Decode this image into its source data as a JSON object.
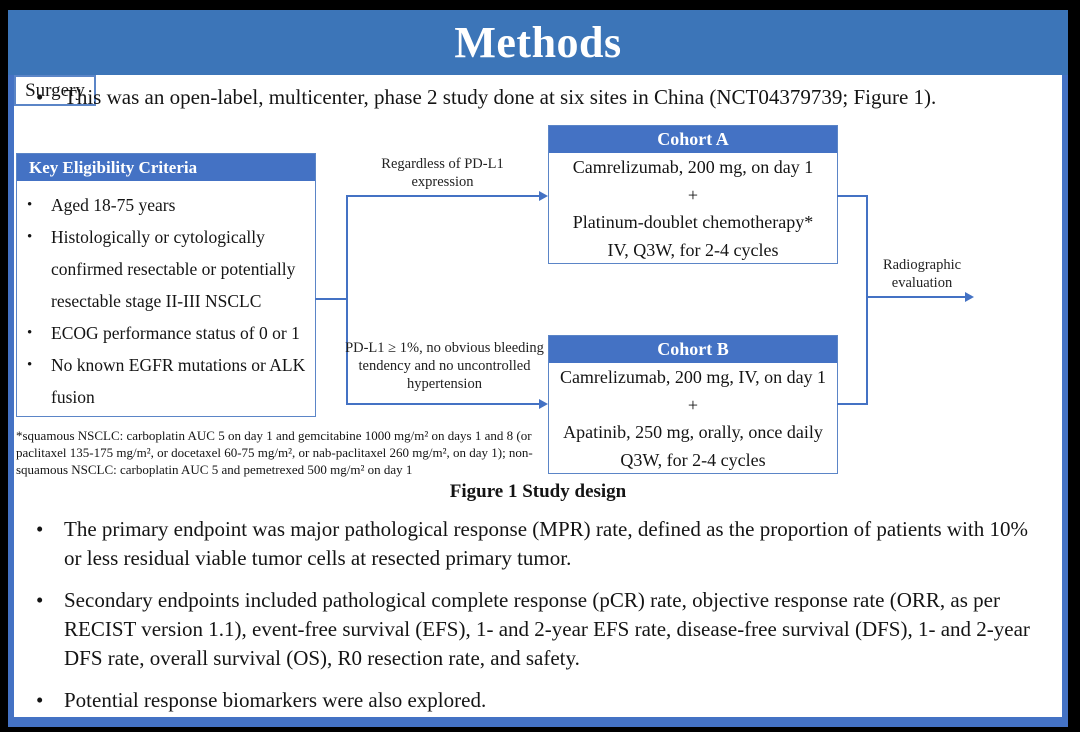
{
  "title": "Methods",
  "colors": {
    "banner_blue": "#3c75b8",
    "box_header_blue": "#4472c4",
    "connector_blue": "#4472c4",
    "box_border_blue": "#5b85c7"
  },
  "glyphs": {
    "bullet": "•"
  },
  "intro_bullet": "This was an open-label, multicenter, phase 2 study done at six sites in China (NCT04379739; Figure 1).",
  "diagram": {
    "eligibility": {
      "header": "Key Eligibility Criteria",
      "items": [
        "Aged 18-75 years",
        "Histologically or cytologically confirmed resectable or potentially resectable stage II-III NSCLC",
        "ECOG performance status of 0 or 1",
        "No known EGFR mutations or ALK fusion"
      ]
    },
    "arrow_top_label": "Regardless of PD-L1 expression",
    "arrow_bottom_label": "PD-L1 ≥ 1%, no obvious bleeding tendency and no uncontrolled hypertension",
    "cohort_a": {
      "header": "Cohort A",
      "lines": [
        "Camrelizumab, 200 mg, on day 1",
        "+",
        "Platinum-doublet chemotherapy*",
        "IV, Q3W, for 2-4 cycles"
      ]
    },
    "cohort_b": {
      "header": "Cohort B",
      "lines": [
        "Camrelizumab, 200 mg, IV, on day 1",
        "+",
        "Apatinib, 250 mg, orally, once daily",
        "Q3W, for 2-4 cycles"
      ]
    },
    "radiographic_label": "Radiographic evaluation",
    "surgery_label": "Surgery",
    "footnote": "*squamous NSCLC: carboplatin AUC 5 on day 1 and gemcitabine 1000 mg/m² on days 1 and 8 (or paclitaxel 135-175 mg/m², or docetaxel 60-75 mg/m², or nab-paclitaxel 260 mg/m², on day 1); non-squamous NSCLC: carboplatin AUC 5 and pemetrexed 500 mg/m² on day 1",
    "caption": "Figure 1 Study design"
  },
  "bullets": [
    "The primary endpoint was major pathological response (MPR) rate, defined as the proportion of patients with 10% or less residual viable tumor cells at resected primary tumor.",
    "Secondary endpoints included pathological complete response (pCR) rate, objective response rate (ORR, as per RECIST version 1.1), event-free survival (EFS), 1- and 2-year EFS rate, disease-free survival (DFS), 1- and 2-year DFS rate, overall survival (OS), R0 resection rate, and safety.",
    "Potential response biomarkers were also explored."
  ]
}
